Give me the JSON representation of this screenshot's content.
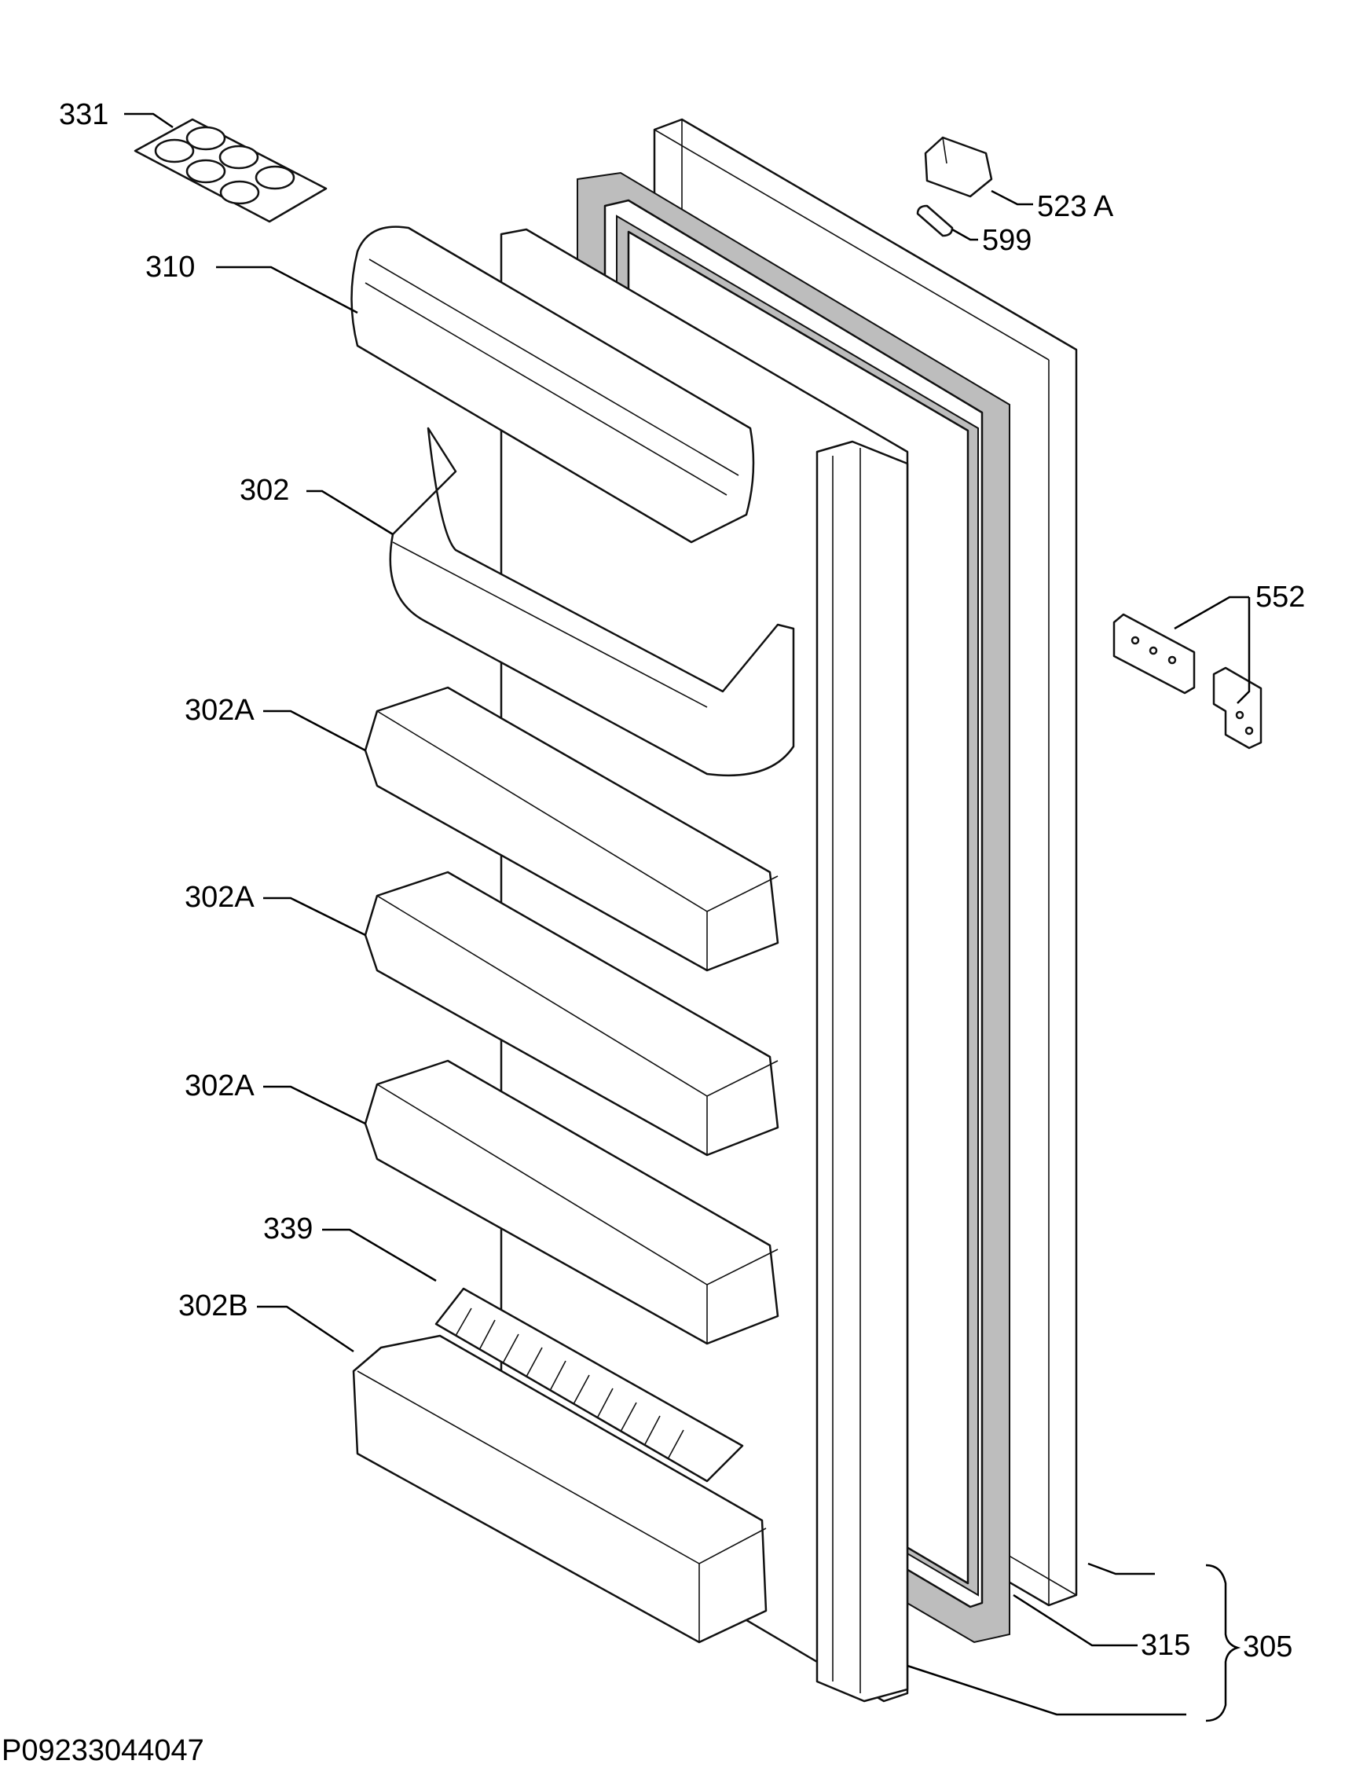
{
  "drawing_code": "P09233044047",
  "callouts": {
    "c331": "331",
    "c310": "310",
    "c302": "302",
    "c302a_1": "302A",
    "c302a_2": "302A",
    "c302a_3": "302A",
    "c339": "339",
    "c302b": "302B",
    "c523a": "523 A",
    "c599": "599",
    "c552": "552",
    "c315": "315",
    "c305": "305"
  },
  "colors": {
    "line": "#000000",
    "gasket_shade": "#bdbdbd",
    "background": "#ffffff"
  }
}
